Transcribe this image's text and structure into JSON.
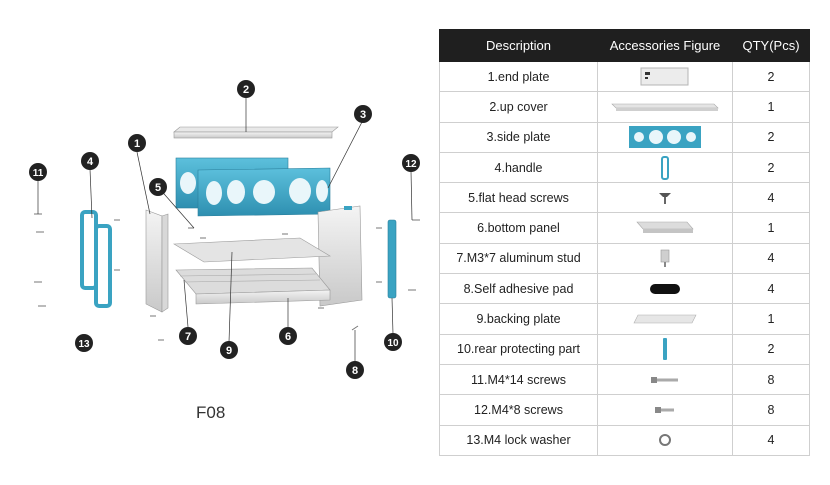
{
  "model": "F08",
  "colors": {
    "accent": "#3aa3c2",
    "header_bg": "#1f1f1f",
    "callout": "#222222"
  },
  "callouts": [
    "1",
    "2",
    "3",
    "4",
    "5",
    "6",
    "7",
    "8",
    "9",
    "10",
    "11",
    "12",
    "13"
  ],
  "table": {
    "headers": [
      "Description",
      "Accessories Figure",
      "QTY(Pcs)"
    ],
    "rows": [
      {
        "description": "1.end plate",
        "figure": "end-plate-icon",
        "qty": "2"
      },
      {
        "description": "2.up cover",
        "figure": "up-cover-icon",
        "qty": "1"
      },
      {
        "description": "3.side plate",
        "figure": "side-plate-icon",
        "qty": "2"
      },
      {
        "description": "4.handle",
        "figure": "handle-icon",
        "qty": "2"
      },
      {
        "description": "5.flat head screws",
        "figure": "flat-head-screw-icon",
        "qty": "4"
      },
      {
        "description": "6.bottom panel",
        "figure": "bottom-panel-icon",
        "qty": "1"
      },
      {
        "description": "7.M3*7 aluminum stud",
        "figure": "aluminum-stud-icon",
        "qty": "4"
      },
      {
        "description": "8.Self adhesive pad",
        "figure": "adhesive-pad-icon",
        "qty": "4"
      },
      {
        "description": "9.backing plate",
        "figure": "backing-plate-icon",
        "qty": "1"
      },
      {
        "description": "10.rear protecting part",
        "figure": "rear-protector-icon",
        "qty": "2"
      },
      {
        "description": "11.M4*14 screws",
        "figure": "m4-14-screw-icon",
        "qty": "8"
      },
      {
        "description": "12.M4*8 screws",
        "figure": "m4-8-screw-icon",
        "qty": "8"
      },
      {
        "description": "13.M4 lock washer",
        "figure": "lock-washer-icon",
        "qty": "4"
      }
    ]
  }
}
